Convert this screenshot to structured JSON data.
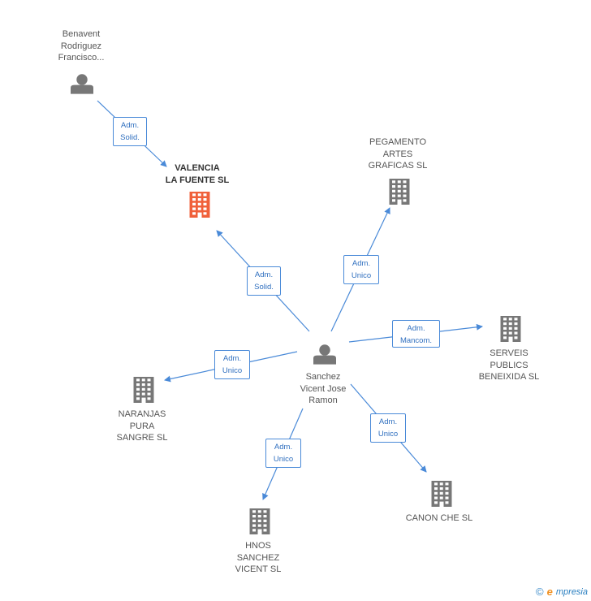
{
  "colors": {
    "edge": "#4a8ad8",
    "person": "#777777",
    "company": "#777777",
    "focus": "#f0603a"
  },
  "nodes": [
    {
      "id": "benavent",
      "kind": "person",
      "icon": "person-icon",
      "label": "Benavent\nRodriguez\nFrancisco..."
    },
    {
      "id": "valencia",
      "kind": "company",
      "focus": true,
      "icon": "building-icon",
      "label": "VALENCIA\nLA FUENTE  SL"
    },
    {
      "id": "pegamento",
      "kind": "company",
      "icon": "building-icon",
      "label": "PEGAMENTO\nARTES\nGRAFICAS  SL"
    },
    {
      "id": "sanchez",
      "kind": "person",
      "icon": "person-icon",
      "label": "Sanchez\nVicent Jose\nRamon"
    },
    {
      "id": "serveis",
      "kind": "company",
      "icon": "building-icon",
      "label": "SERVEIS\nPUBLICS\nBENEIXIDA SL"
    },
    {
      "id": "naranjas",
      "kind": "company",
      "icon": "building-icon",
      "label": "NARANJAS\nPURA\nSANGRE SL"
    },
    {
      "id": "canon",
      "kind": "company",
      "icon": "building-icon",
      "label": "CANON CHE  SL"
    },
    {
      "id": "hnos",
      "kind": "company",
      "icon": "building-icon",
      "label": "HNOS\nSANCHEZ\nVICENT SL"
    }
  ],
  "edges": [
    {
      "from": "benavent",
      "to": "valencia",
      "label": "Adm.\nSolid."
    },
    {
      "from": "sanchez",
      "to": "valencia",
      "label": "Adm.\nSolid."
    },
    {
      "from": "sanchez",
      "to": "pegamento",
      "label": "Adm.\nUnico"
    },
    {
      "from": "sanchez",
      "to": "serveis",
      "label": "Adm.\nMancom."
    },
    {
      "from": "sanchez",
      "to": "naranjas",
      "label": "Adm.\nUnico"
    },
    {
      "from": "sanchez",
      "to": "canon",
      "label": "Adm.\nUnico"
    },
    {
      "from": "sanchez",
      "to": "hnos",
      "label": "Adm.\nUnico"
    }
  ],
  "footer": {
    "copyright": "©",
    "brand_initial": "e",
    "brand_rest": "mpresia"
  }
}
